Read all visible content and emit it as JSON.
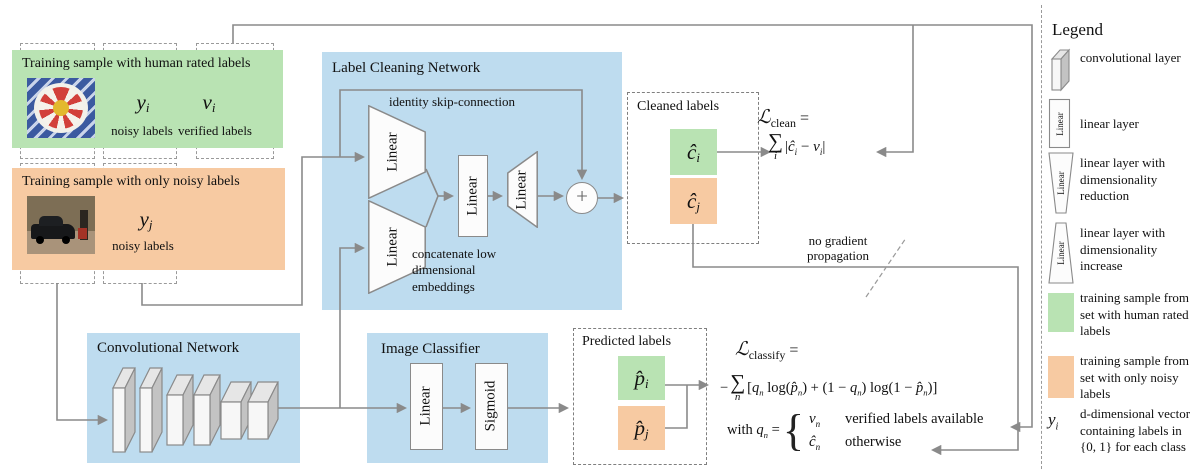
{
  "colors": {
    "panel_blue": "#bedcef",
    "sample_green": "#b9e3b3",
    "sample_orange": "#f7caa2",
    "connector": "#8a8a8a"
  },
  "samples": {
    "human": {
      "title": "Training sample with human rated labels",
      "noisy_symbol": {
        "base": "y",
        "sub": "i"
      },
      "noisy_caption": "noisy labels",
      "verified_symbol": {
        "base": "v",
        "sub": "i"
      },
      "verified_caption": "verified labels"
    },
    "noisy_only": {
      "title": "Training sample with only noisy labels",
      "noisy_symbol": {
        "base": "y",
        "sub": "j"
      },
      "noisy_caption": "noisy labels"
    }
  },
  "cleaning_network": {
    "title": "Label Cleaning Network",
    "skip_label": "identity skip-connection",
    "concat_label": "concatenate low dimensional embeddings",
    "reduce_top": "Linear",
    "reduce_bottom": "Linear",
    "hidden": "Linear",
    "increase": "Linear",
    "adder": "+"
  },
  "conv_network": {
    "title": "Convolutional Network"
  },
  "classifier": {
    "title": "Image Classifier",
    "linear": "Linear",
    "sigmoid": "Sigmoid"
  },
  "cleaned": {
    "title": "Cleaned labels",
    "c_i": {
      "base": "ĉ",
      "sub": "i"
    },
    "c_j": {
      "base": "ĉ",
      "sub": "j"
    }
  },
  "predicted": {
    "title": "Predicted labels",
    "p_i": {
      "base": "p̂",
      "sub": "i"
    },
    "p_j": {
      "base": "p̂",
      "sub": "j"
    }
  },
  "loss_clean": {
    "l": "ℒ",
    "l_sub": "clean",
    "eq": " =",
    "sum": "∑",
    "sum_sub": "i",
    "e_open": "|",
    "c": "ĉ",
    "c_sub": "i",
    "minus": " − ",
    "v": "v",
    "v_sub": "i",
    "e_close": "|"
  },
  "loss_classify": {
    "l": "ℒ",
    "l_sub": "classify",
    "eq": " =",
    "minus": "−",
    "sum": "∑",
    "sum_sub": "n",
    "open": "[",
    "q1": "q",
    "q1_sub": "n",
    "fn1": " log(",
    "p1": "p̂",
    "p1_sub": "n",
    "mid1": ") + (1 − ",
    "q2": "q",
    "q2_sub": "n",
    "fn2": ") log(1 − ",
    "p2": "p̂",
    "p2_sub": "n",
    "close": ")]",
    "with_prefix": "with ",
    "with_q": "q",
    "with_sub": "n",
    "with_eq": " =",
    "brace": "{",
    "case1_symbol": {
      "base": "v",
      "sub": "n"
    },
    "case1_text": "verified labels available",
    "case2_symbol": {
      "base": "ĉ",
      "sub": "n"
    },
    "case2_text": "otherwise"
  },
  "no_gradient": "no gradient propagation",
  "legend": {
    "title": "Legend",
    "items": [
      {
        "label": "convolutional layer"
      },
      {
        "icon_text": "Linear",
        "label": "linear layer"
      },
      {
        "icon_text": "Linear",
        "label": "linear layer with dimensionality reduction"
      },
      {
        "icon_text": "Linear",
        "label": "linear layer with dimensionality increase"
      },
      {
        "label": "training sample from set with human rated labels"
      },
      {
        "label": "training sample from set with only noisy labels"
      },
      {
        "symbol": {
          "base": "y",
          "sub": "i"
        },
        "label": "d-dimensional vector containing labels in {0, 1} for each class"
      }
    ]
  }
}
